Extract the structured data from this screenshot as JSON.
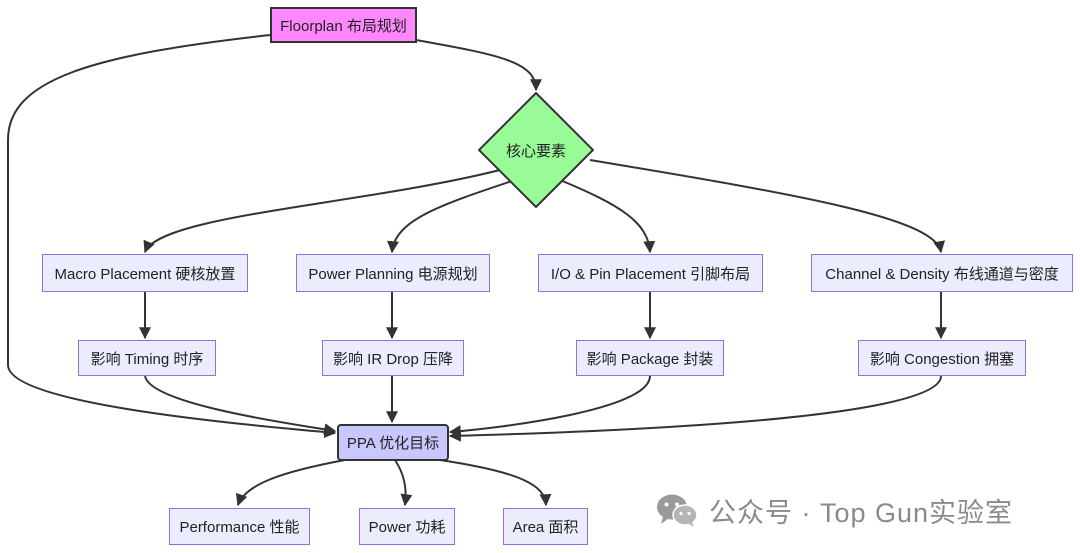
{
  "nodes": {
    "root": "Floorplan 布局规划",
    "core": "核心要素",
    "macro": "Macro Placement 硬核放置",
    "power_planning": "Power Planning 电源规划",
    "io_pin": "I/O & Pin Placement 引脚布局",
    "channel": "Channel & Density 布线通道与密度",
    "timing": "影响 Timing 时序",
    "ir_drop": "影响 IR Drop 压降",
    "package": "影响 Package 封装",
    "congestion": "影响 Congestion 拥塞",
    "ppa": "PPA 优化目标",
    "performance": "Performance 性能",
    "power": "Power 功耗",
    "area": "Area 面积"
  },
  "colors": {
    "root_fill": "#FF88FF",
    "core_fill": "#98FB98",
    "ppa_fill": "#C8C8FF",
    "default_fill": "#ECECFF",
    "default_border": "#9370DB",
    "edge": "#333333"
  },
  "watermark": {
    "icon": "wechat-icon",
    "text": "公众号 · Top Gun实验室"
  }
}
